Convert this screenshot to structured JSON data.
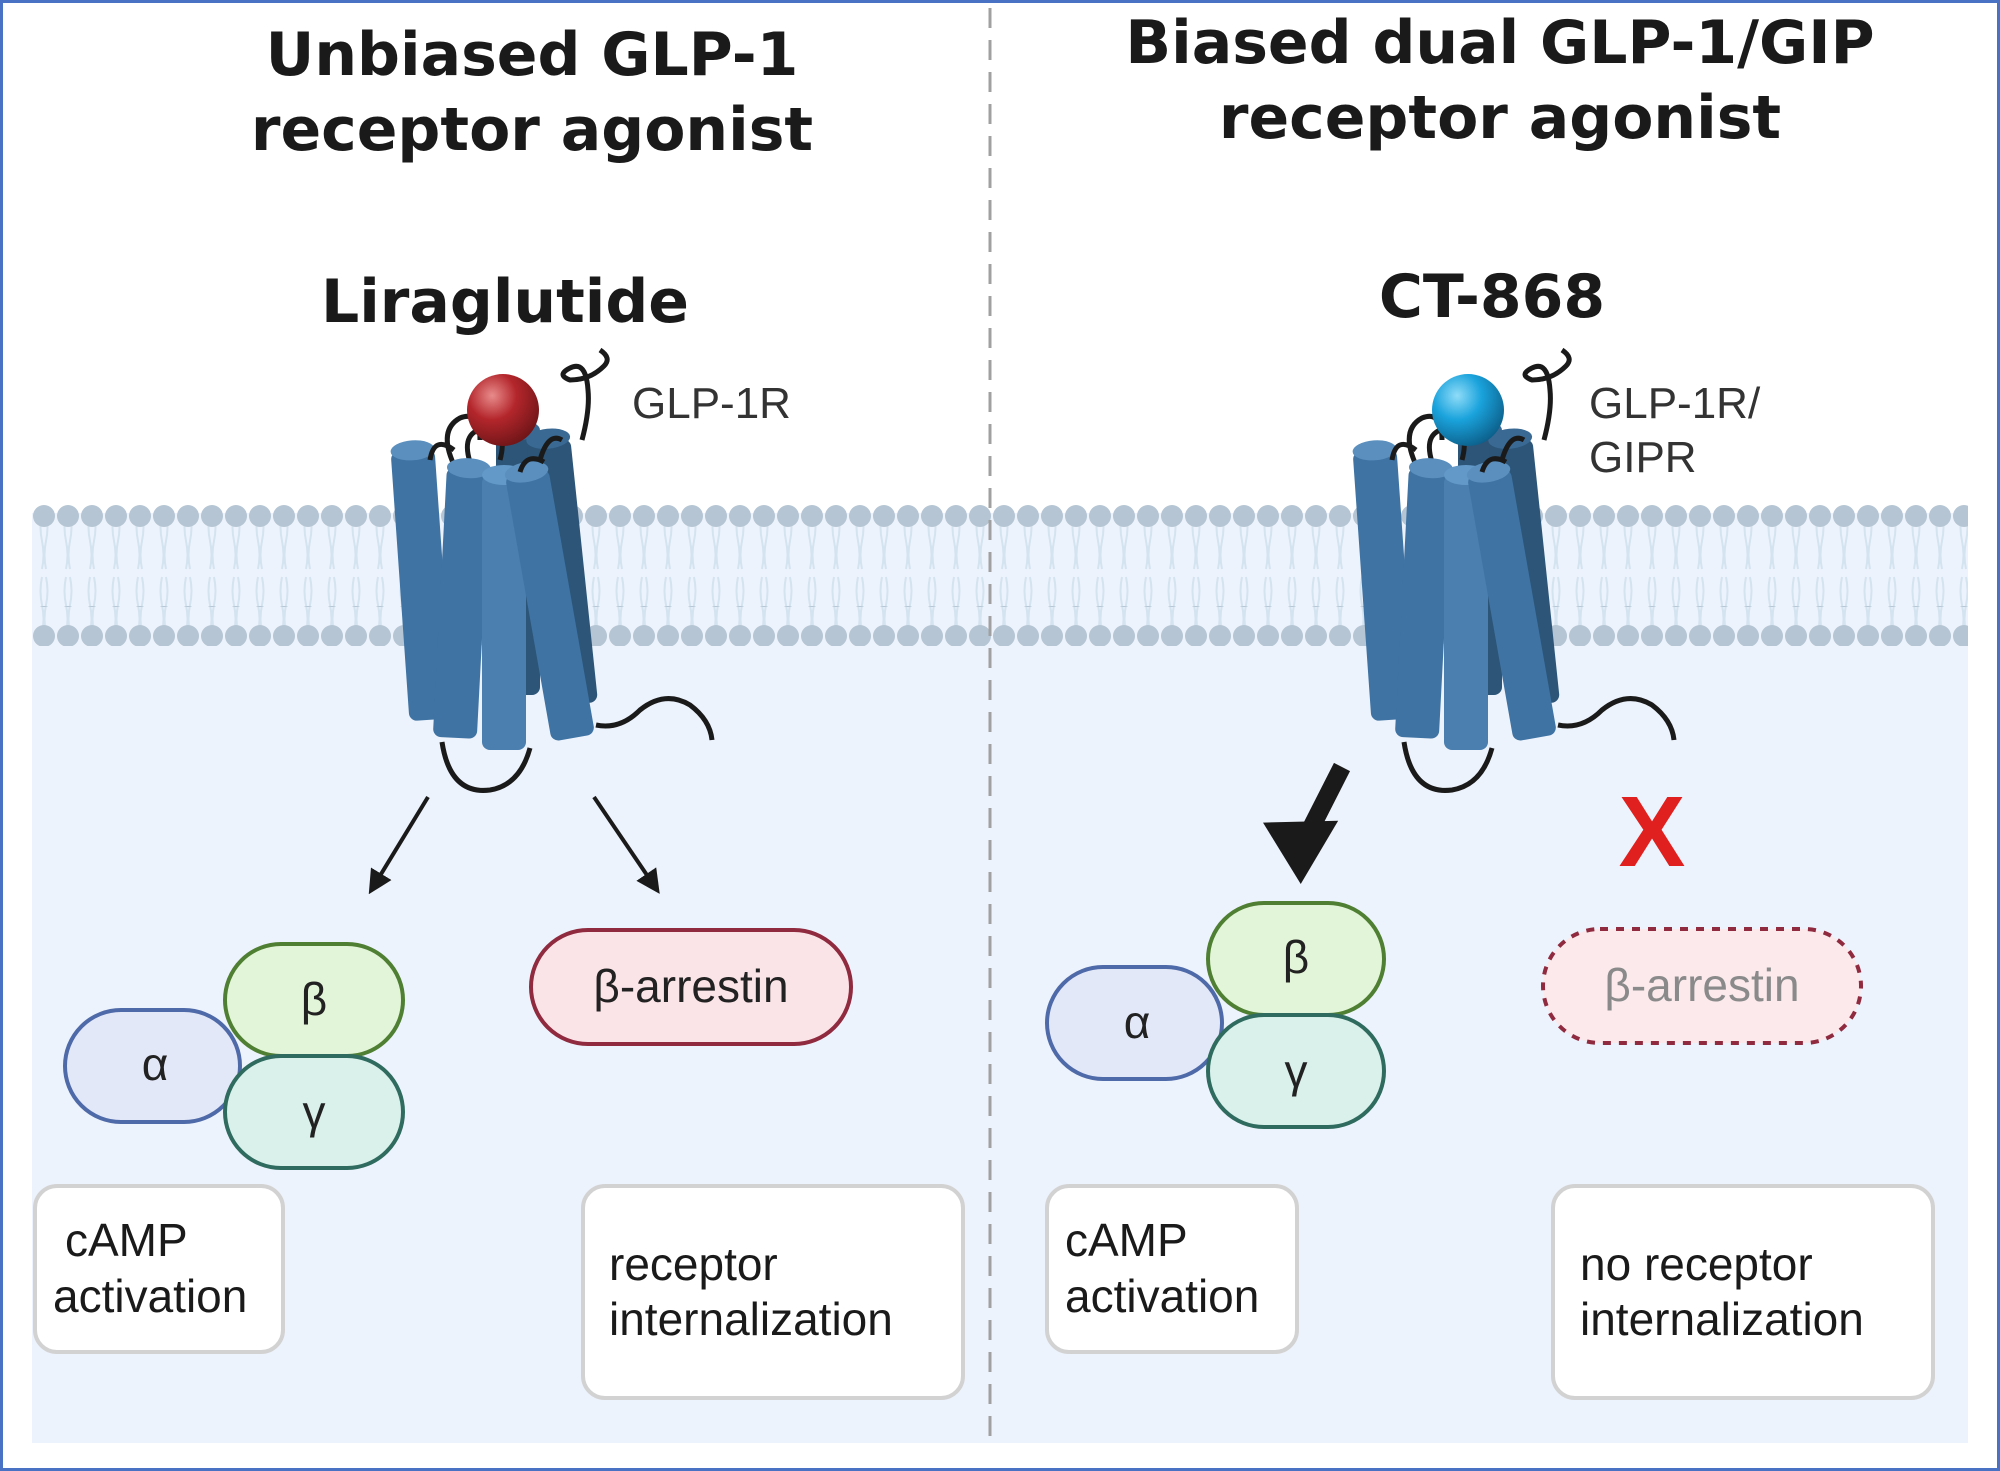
{
  "left_panel": {
    "title_line1": "Unbiased GLP-1",
    "title_line2": "receptor agonist",
    "drug": "Liraglutide",
    "receptor_label": "GLP-1R",
    "subunits": {
      "alpha": "α",
      "beta": "β",
      "gamma": "γ"
    },
    "arrestin_label": "β-arrestin",
    "box1_line1": "cAMP",
    "box1_line2": "activation",
    "box2_line1": "receptor",
    "box2_line2": "internalization",
    "ligand_color": "#b3262b"
  },
  "right_panel": {
    "title_line1": "Biased dual GLP-1/GIP",
    "title_line2": "receptor agonist",
    "drug": "CT-868",
    "receptor_label_line1": "GLP-1R/",
    "receptor_label_line2": "GIPR",
    "subunits": {
      "alpha": "α",
      "beta": "β",
      "gamma": "γ"
    },
    "blocked_mark": "X",
    "arrestin_label": "β-arrestin",
    "box1_line1": "cAMP",
    "box1_line2": "activation",
    "box2_line1": "no receptor",
    "box2_line2": "internalization",
    "ligand_color": "#1aa3dc"
  },
  "colors": {
    "border": "#4a72c4",
    "cytoplasm": "#edf3fc",
    "receptor": "#3f73a3",
    "receptor_dark": "#2c5578",
    "lipid_head": "#b5c5d3",
    "alpha_fill": "#e3e8f8",
    "alpha_stroke": "#4f6aa8",
    "beta_fill": "#e3f5d8",
    "beta_stroke": "#4f7f33",
    "gamma_fill": "#d9f0eb",
    "gamma_stroke": "#2f6b5e",
    "arrestin_fill": "#fbe4e8",
    "arrestin_stroke": "#8f2a3f",
    "blocked": "#e0201e"
  }
}
